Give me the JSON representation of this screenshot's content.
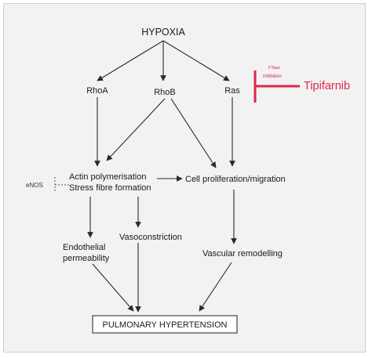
{
  "nodes": {
    "hypoxia": "HYPOXIA",
    "rhoa": "RhoA",
    "rhob": "RhoB",
    "ras": "Ras",
    "actin_line1": "Actin polymerisation",
    "actin_line2": "Stress fibre formation",
    "cell_prolif": "Cell proliferation/migration",
    "endo_line1": "Endothelial",
    "endo_line2": "permeability",
    "vasoconstriction": "Vasoconstriction",
    "vascular_remodelling": "Vascular remodelling",
    "pulmonary_hypertension": "PULMONARY HYPERTENSION",
    "enos": "eNOS"
  },
  "inhibitor": {
    "drug": "Tipifarnib",
    "label_line1": "FTase",
    "label_line2": "inhibition",
    "color": "#e0264a"
  },
  "colors": {
    "background": "#f2f2f2",
    "arrow": "#2a2a2a"
  }
}
